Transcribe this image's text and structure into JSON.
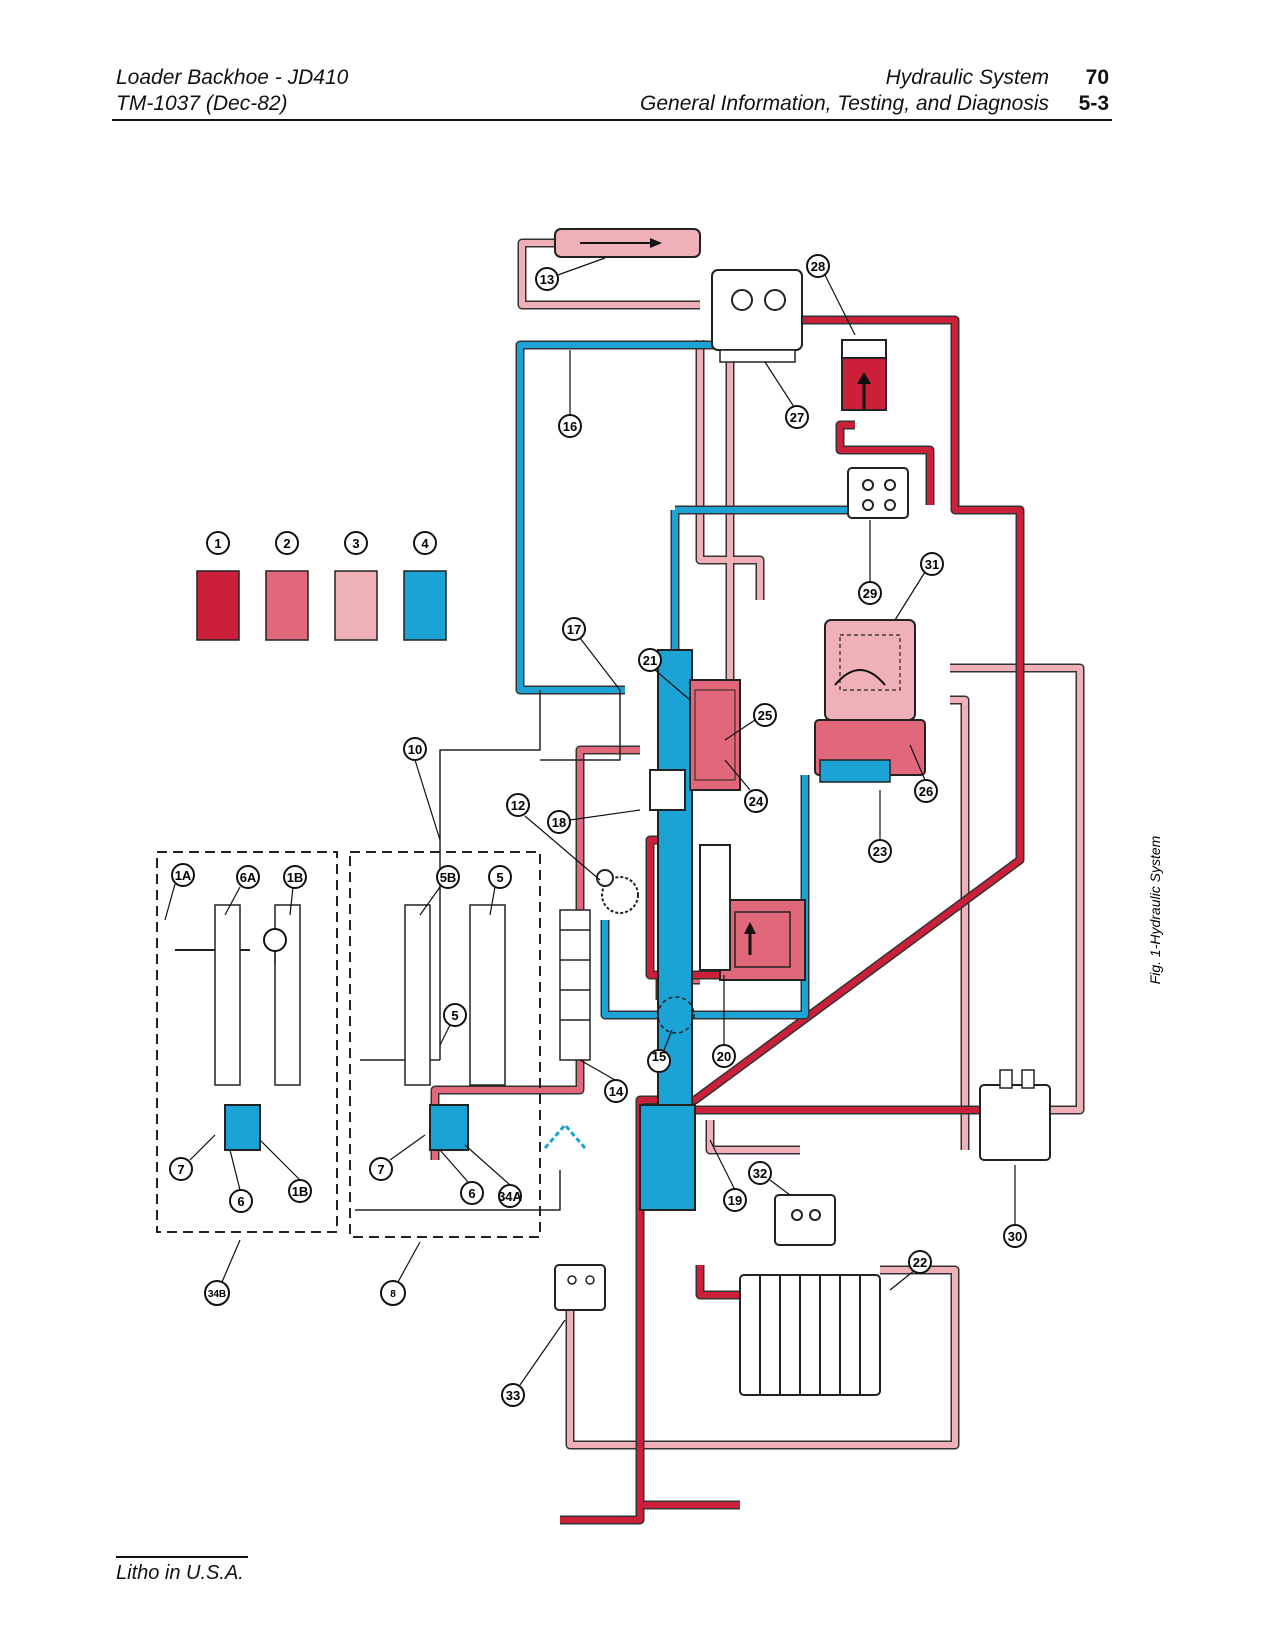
{
  "header": {
    "left_line1": "Loader Backhoe - JD410",
    "left_line2": "TM-1037   (Dec-82)",
    "right_line1": "Hydraulic System",
    "right_line2": "General Information, Testing, and Diagnosis",
    "page_top": "70",
    "page_bottom": "5-3"
  },
  "caption": "Fig. 1-Hydraulic System",
  "footer": "Litho in U.S.A.",
  "legend": [
    {
      "label": "1",
      "color": "#cc1f3a"
    },
    {
      "label": "2",
      "color": "#e0687a"
    },
    {
      "label": "3",
      "color": "#f0b0b8"
    },
    {
      "label": "4",
      "color": "#1ba3d6"
    }
  ],
  "callouts": [
    "13",
    "28",
    "27",
    "16",
    "29",
    "31",
    "17",
    "21",
    "25",
    "24",
    "26",
    "23",
    "10",
    "12",
    "18",
    "20",
    "15",
    "14",
    "19",
    "32",
    "22",
    "30",
    "33",
    "1A",
    "6A",
    "1B",
    "5B",
    "5",
    "7",
    "6",
    "1B",
    "5",
    "7",
    "6",
    "34A",
    "34B",
    "8"
  ]
}
